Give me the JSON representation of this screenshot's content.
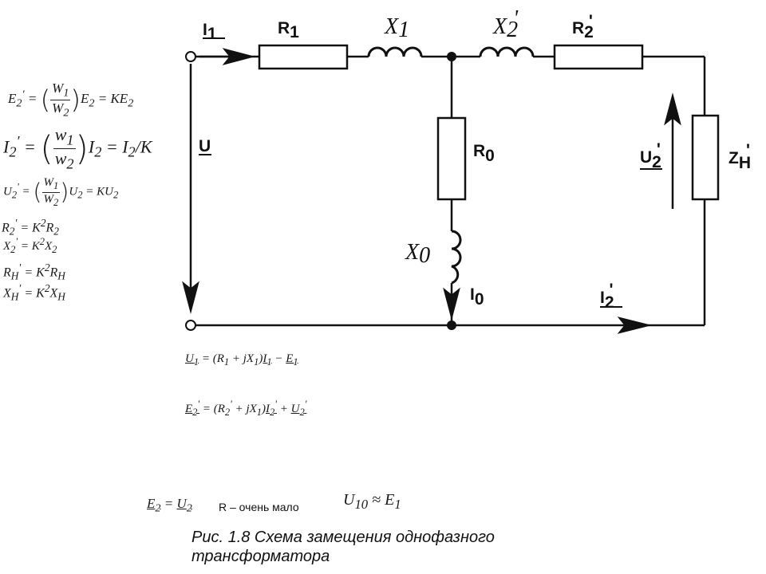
{
  "circuit": {
    "labels": {
      "i1": "I",
      "i1_sub": "1",
      "r1": "R",
      "r1_sub": "1",
      "x1": "X",
      "x1_sub": "1",
      "x2p": "X",
      "x2p_sub": "2",
      "x2p_prime": "'",
      "r2p": "R",
      "r2p_sub": "2",
      "r2p_prime": "'",
      "r0": "R",
      "r0_sub": "0",
      "x0": "X",
      "x0_sub": "0",
      "i0": "I",
      "i0_sub": "0",
      "u": "U",
      "u2p": "U",
      "u2p_sub": "2",
      "u2p_prime": "'",
      "zhp": "Z",
      "zhp_sub": "H",
      "zhp_prime": "'",
      "i2p": "I",
      "i2p_sub": "2",
      "i2p_prime": "'"
    }
  },
  "formulas": {
    "e2": {
      "lhs": "E",
      "lhs_sub": "2",
      "lhs_prime": "′",
      "num": "W",
      "num_sub": "1",
      "den": "W",
      "den_sub": "2",
      "rhs1": "E",
      "rhs1_sub": "2",
      "rhs2": "= KE",
      "rhs2_sub": "2"
    },
    "i2": {
      "lhs": "I",
      "lhs_sub": "2",
      "lhs_prime": "′",
      "num": "w",
      "num_sub": "1",
      "den": "w",
      "den_sub": "2",
      "rhs1": "I",
      "rhs1_sub": "2",
      "rhs2": "= I",
      "rhs2_sub": "2",
      "rhs3": "/K"
    },
    "u2": {
      "lhs": "U",
      "lhs_sub": "2",
      "lhs_prime": "'",
      "num": "W",
      "num_sub": "1",
      "den": "W",
      "den_sub": "2",
      "rhs1": "U",
      "rhs1_sub": "2",
      "rhs2": "= KU",
      "rhs2_sub": "2"
    },
    "r2": {
      "lhs": "R",
      "lhs_sub": "2",
      "lhs_prime": "′",
      "rhs": "= K",
      "pow": "2",
      "rhs_var": "R",
      "rhs_sub": "2"
    },
    "x2": {
      "lhs": "X",
      "lhs_sub": "2",
      "lhs_prime": "'",
      "rhs": "= K",
      "pow": "2",
      "rhs_var": "X",
      "rhs_sub": "2"
    },
    "rh": {
      "lhs": "R",
      "lhs_sub": "H",
      "lhs_prime": "′",
      "rhs": "= K",
      "pow": "2",
      "rhs_var": "R",
      "rhs_sub": "H"
    },
    "xh": {
      "lhs": "X",
      "lhs_sub": "H",
      "lhs_prime": "′",
      "rhs": "= K",
      "pow": "2",
      "rhs_var": "X",
      "rhs_sub": "H"
    },
    "eq_u1": {
      "a": "U",
      "a_sub": "1",
      "b": "= (R",
      "b_sub": "1",
      "c": " + jX",
      "c_sub": "1",
      "d": ")",
      "e": "I",
      "e_sub": "1",
      "f": " − ",
      "g": "E",
      "g_sub": "1"
    },
    "eq_e2": {
      "a": "E",
      "a_sub": "2",
      "a_prime": "'",
      "b": "= (R",
      "b_sub": "2",
      "b_prime": "'",
      "c": " + jX",
      "c_sub": "1",
      "d": ")",
      "e": "I",
      "e_sub": "2",
      "e_prime": "'",
      "f": " + ",
      "g": "U",
      "g_sub": "2",
      "g_prime": "'"
    },
    "eq_e2u2": {
      "a": "E",
      "a_sub": "2",
      "b": " = ",
      "c": "U",
      "c_sub": "2"
    },
    "eq_u10": {
      "a": "U",
      "a_sub": "10",
      "b": " ≈ ",
      "c": "E",
      "c_sub": "1"
    }
  },
  "note": "R –  очень мало",
  "caption": {
    "line1": "Рис. 1.8 Схема замещения однофазного",
    "line2": "трансформатора"
  }
}
